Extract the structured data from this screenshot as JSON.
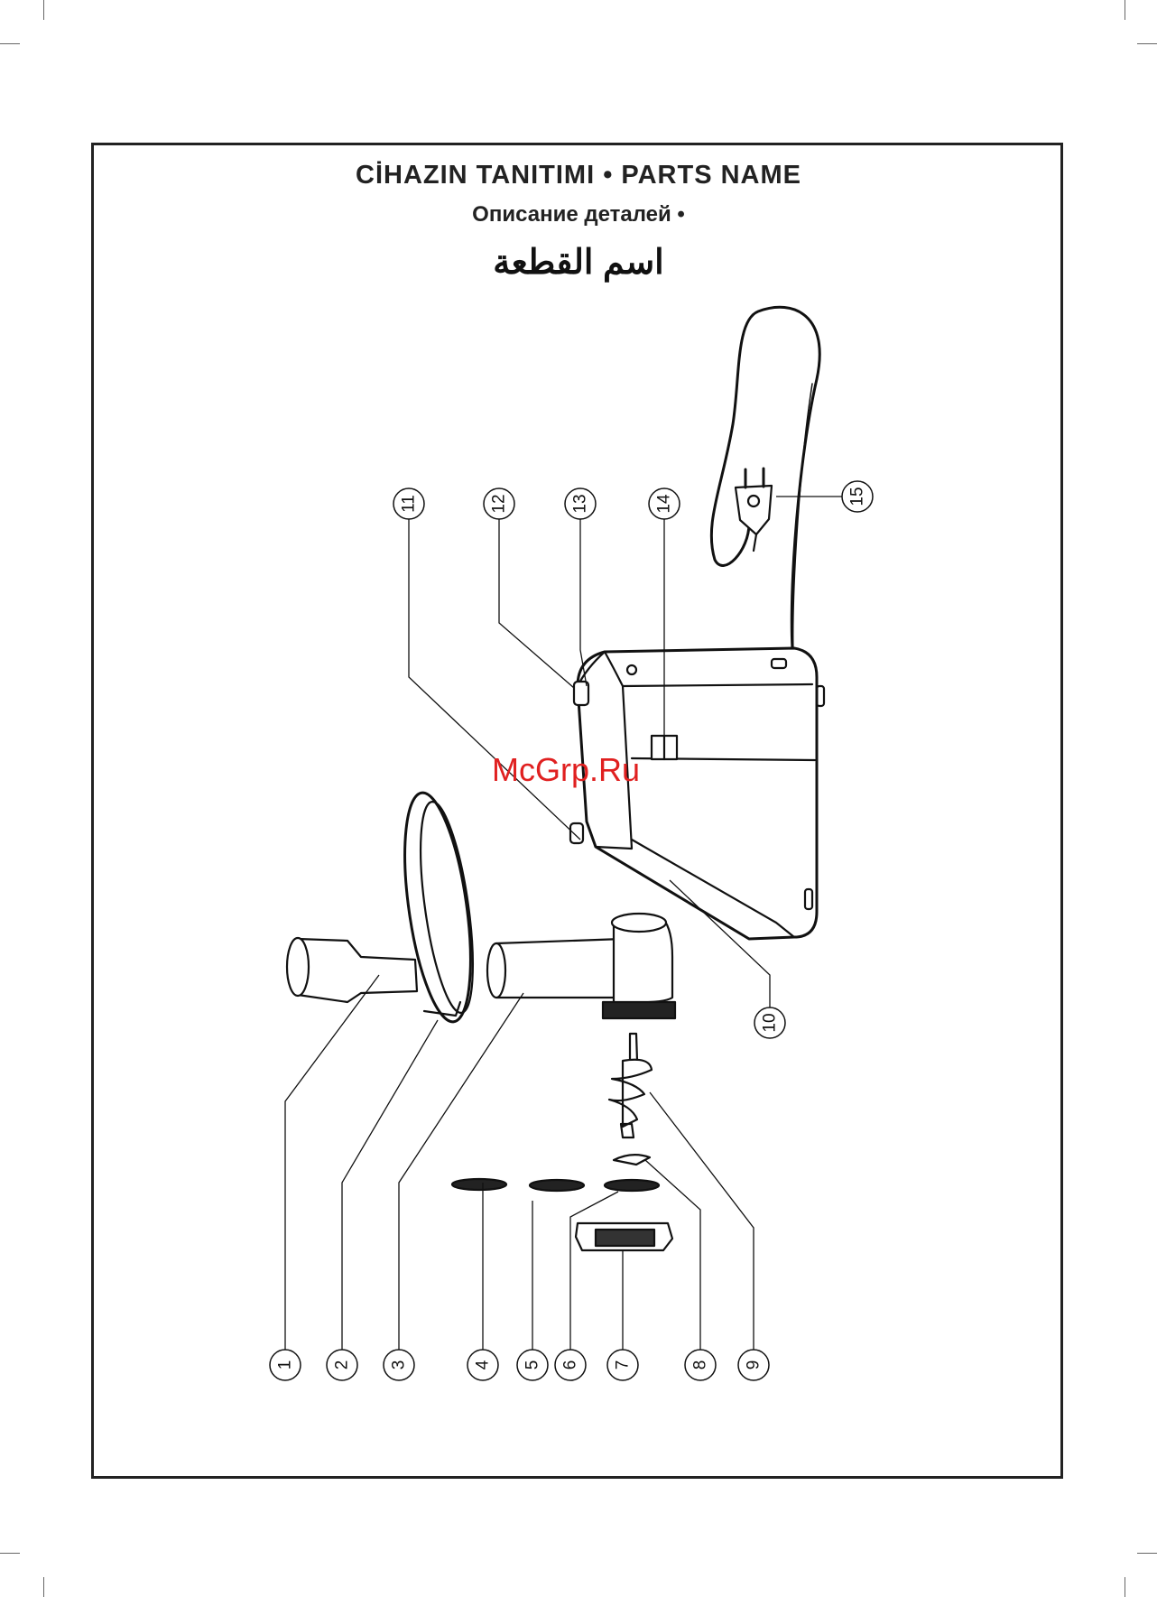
{
  "title": {
    "line1": "CİHAZIN TANITIMI • PARTS NAME",
    "line2": "Описание деталей •",
    "line3": "اسم القطعة"
  },
  "watermark": "McGrp.Ru",
  "callouts": [
    "1",
    "2",
    "3",
    "4",
    "5",
    "6",
    "7",
    "8",
    "9",
    "10",
    "11",
    "12",
    "13",
    "14",
    "15"
  ],
  "colors": {
    "ink": "#111111",
    "watermark": "#e02020",
    "frame": "#222222"
  }
}
